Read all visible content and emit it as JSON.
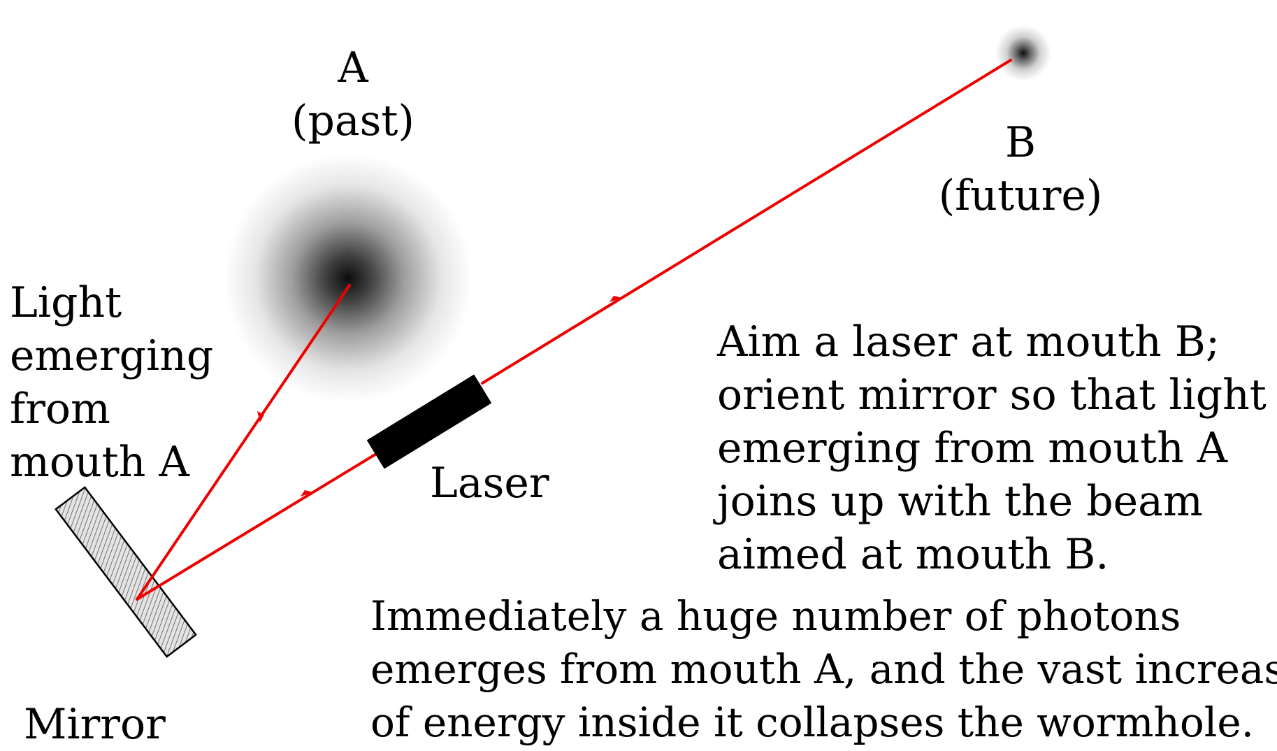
{
  "labels": {
    "mouth_a": {
      "name": "A",
      "time": "(past)"
    },
    "mouth_b": {
      "name": "B",
      "time": "(future)"
    },
    "light_emerging": [
      "Light",
      "emerging",
      "from",
      "mouth A"
    ],
    "laser": "Laser",
    "mirror": "Mirror",
    "instruction": [
      "Aim a laser at mouth B;",
      "orient mirror so that light",
      "emerging from mouth A",
      "joins up with the beam",
      "aimed at mouth B."
    ],
    "outcome": [
      "Immediately a huge number of photons",
      "emerges from mouth A, and the vast increase",
      "of energy inside it collapses the wormhole."
    ]
  },
  "colors": {
    "beam": "#ee0000",
    "laser_body": "#000000",
    "mirror_fill": "#d8d8d8",
    "text": "#000000",
    "background": "#ffffff"
  }
}
